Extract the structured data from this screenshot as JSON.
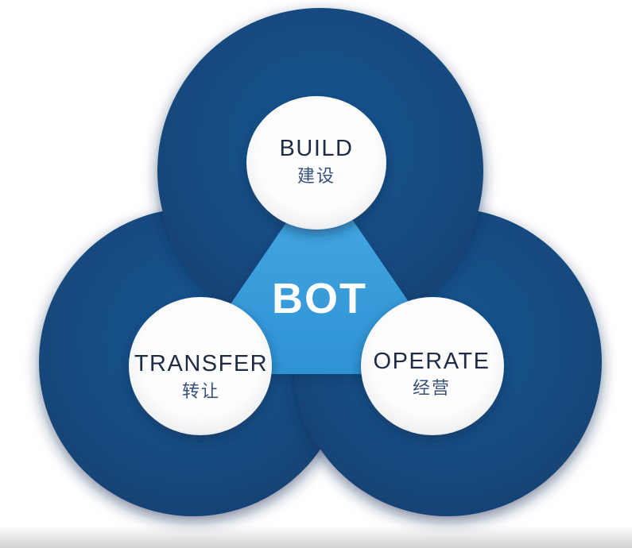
{
  "diagram": {
    "center": {
      "label": "BOT"
    },
    "nodes": [
      {
        "id": "build",
        "label": "BUILD",
        "label_cn": "建设"
      },
      {
        "id": "transfer",
        "label": "TRANSFER",
        "label_cn": "转让"
      },
      {
        "id": "operate",
        "label": "OPERATE",
        "label_cn": "经营"
      }
    ],
    "colors": {
      "ring_navy": "#154a80",
      "triangle_blue": "#3b9fdc",
      "label_dark": "#1e2b45",
      "label_cn_blue": "#35517c",
      "center_text": "#ffffff",
      "background": "#ffffff"
    }
  }
}
